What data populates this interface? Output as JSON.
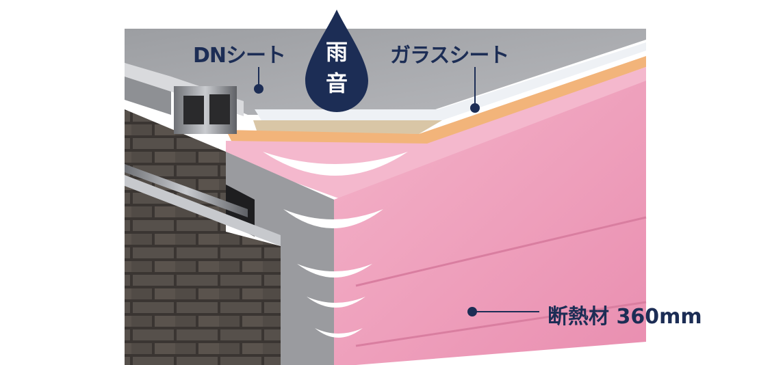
{
  "labels": {
    "dn_sheet": "DNシート",
    "glass_sheet": "ガラスシート",
    "insulation": "断熱材 360mm"
  },
  "drop": {
    "char_top": "雨",
    "char_bottom": "音"
  },
  "colors": {
    "navy": "#1c2d55",
    "insulation_pink": "#ef9fbb",
    "roof_gray": "#aaabaf",
    "osb_tan": "#d9c6a6",
    "sheet_white": "#eef1f5",
    "brick_dark": "#4b4541",
    "wood_orange": "#f2b47a"
  }
}
